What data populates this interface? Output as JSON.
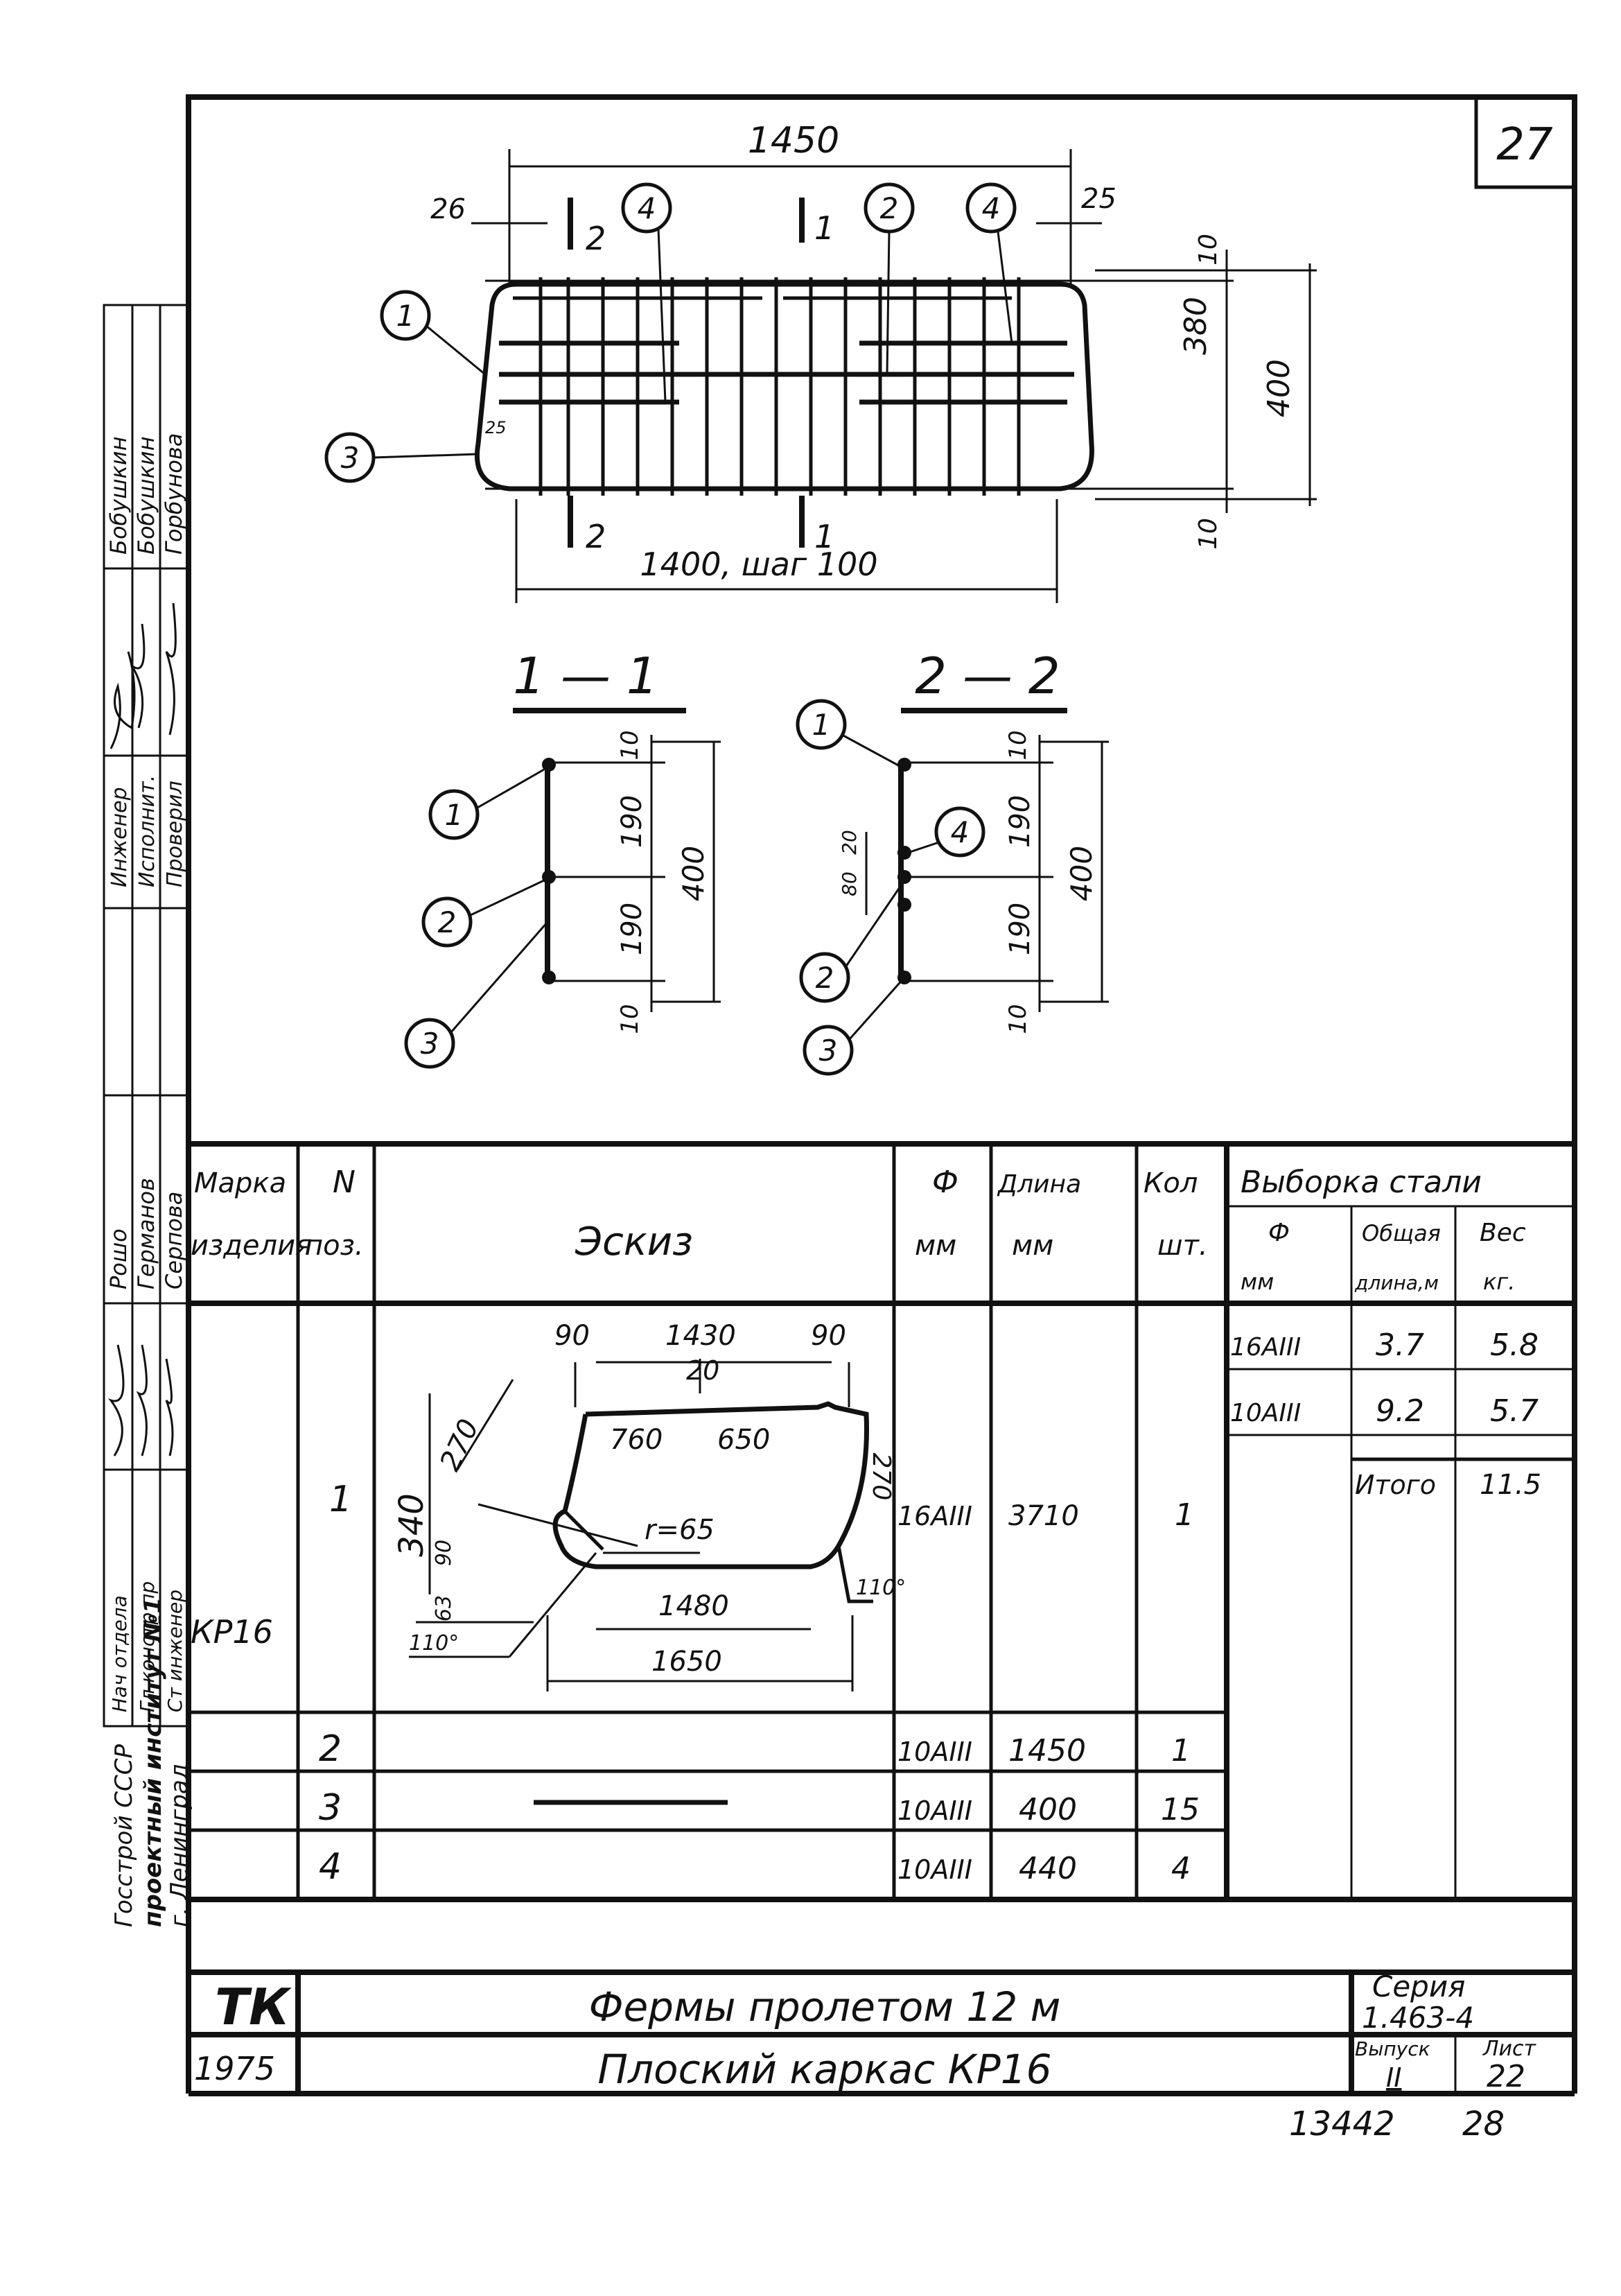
{
  "sheet": {
    "sheet_number": "27",
    "footer_left": "13442",
    "footer_right": "28"
  },
  "side_stamp": {
    "roles": [
      "Инженер",
      "Исполнит.",
      "Проверил",
      "Нач отдела",
      "Гл констр пр",
      "Ст инженер"
    ],
    "names": [
      "Бобушкин",
      "Бобушкин",
      "Горбунова",
      "Рошо",
      "Германов",
      "Серпова"
    ],
    "org": [
      "Госстрой СССР",
      "проектный институт №1",
      "г. Ленинград"
    ]
  },
  "drawing": {
    "top": {
      "overall_length": "1450",
      "left_offset": "26",
      "right_offset": "25",
      "bottom_label": "1400, шаг 100",
      "height_inner": "380",
      "height_outer": "400",
      "top_gap": "10",
      "bottom_gap": "10",
      "radius_note": "25",
      "section_marks": [
        "1",
        "2"
      ],
      "callouts": [
        "1",
        "2",
        "3",
        "4",
        "4"
      ]
    },
    "section_1": {
      "title": "1 — 1",
      "dims": [
        "10",
        "190",
        "190",
        "10",
        "400"
      ],
      "callouts": [
        "1",
        "2",
        "3"
      ]
    },
    "section_2": {
      "title": "2 — 2",
      "dims": [
        "10",
        "190",
        "190",
        "10",
        "400"
      ],
      "small_dims": [
        "80",
        "20"
      ],
      "callouts": [
        "1",
        "2",
        "3",
        "4"
      ]
    }
  },
  "table": {
    "headers": {
      "mark_line1": "Марка",
      "mark_line2": "изделия",
      "pos_line1": "N",
      "pos_line2": "поз.",
      "sketch": "Эскиз",
      "dia_line1": "Ф",
      "dia_line2": "мм",
      "len_line1": "Длина",
      "len_line2": "мм",
      "qty_line1": "Кол",
      "qty_line2": "шт.",
      "steel": "Выборка стали",
      "steel_dia_line1": "Ф",
      "steel_dia_line2": "мм",
      "steel_len_line1": "Общая",
      "steel_len_line2": "длина,м",
      "steel_wt_line1": "Вес",
      "steel_wt_line2": "кг."
    },
    "mark": "КР16",
    "rows": [
      {
        "pos": "1",
        "dia": "16AIII",
        "length": "3710",
        "qty": "1"
      },
      {
        "pos": "2",
        "dia": "10AIII",
        "length": "1450",
        "qty": "1"
      },
      {
        "pos": "3",
        "dia": "10AIII",
        "length": "400",
        "qty": "15"
      },
      {
        "pos": "4",
        "dia": "10AIII",
        "length": "440",
        "qty": "4"
      }
    ],
    "steel_rows": [
      {
        "dia": "16AIII",
        "length": "3.7",
        "weight": "5.8"
      },
      {
        "dia": "10AIII",
        "length": "9.2",
        "weight": "5.7"
      },
      {
        "dia": "Итого",
        "length": "",
        "weight": "11.5"
      }
    ],
    "sketch_dims": {
      "top_left": "90",
      "top_mid": "1430",
      "top_right": "90",
      "gap": "20",
      "seg_left": "760",
      "seg_right": "650",
      "left_height": "340",
      "diag": "270",
      "radius": "r=65",
      "right_vert": "270",
      "bottom_inner": "1480",
      "bottom_outer": "1650",
      "angle_left": "110°",
      "angle_right": "110°",
      "small_left": "90",
      "small_left2": "63"
    }
  },
  "title_block": {
    "code": "ТК",
    "year": "1975",
    "title1": "Фермы пролетом 12 м",
    "title2": "Плоский каркас КР16",
    "series_label": "Серия",
    "series_value": "1.463-4",
    "issue_label": "Выпуск",
    "issue_value": "II",
    "sheet_label": "Лист",
    "sheet_value": "22"
  }
}
